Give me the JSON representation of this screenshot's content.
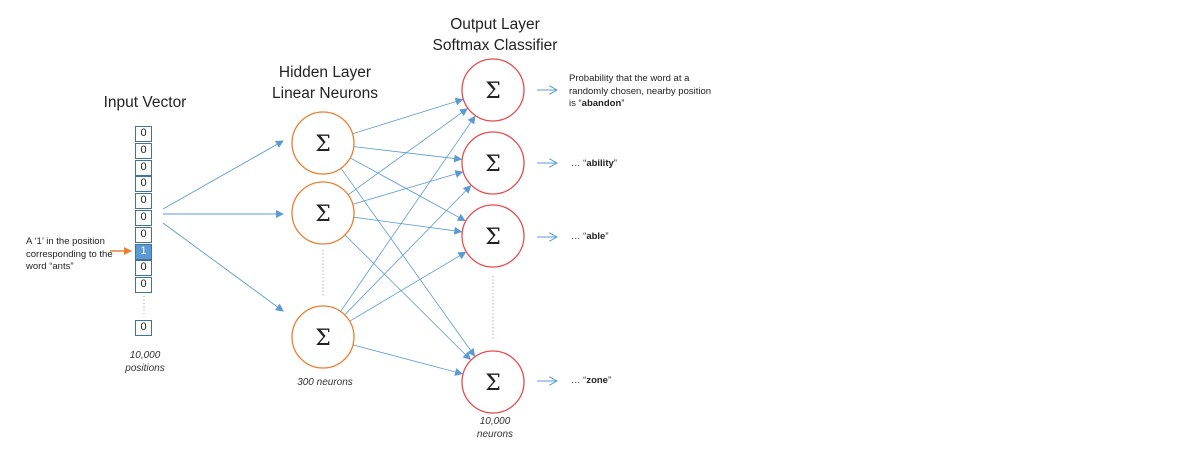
{
  "input": {
    "heading": "Input Vector",
    "cells": [
      "0",
      "0",
      "0",
      "0",
      "0",
      "0",
      "0",
      "1",
      "0",
      "0"
    ],
    "last_cell": "0",
    "active_index": 7,
    "caption_line1": "10,000",
    "caption_line2": "positions",
    "annotation": "A ‘1’ in the position corresponding to the word “ants”"
  },
  "hidden": {
    "heading_line1": "Hidden Layer",
    "heading_line2": "Linear Neurons",
    "neuron_symbol": "Σ",
    "neuron_count": 3,
    "caption": "300 neurons"
  },
  "output": {
    "heading_line1": "Output Layer",
    "heading_line2": "Softmax Classifier",
    "neuron_symbol": "Σ",
    "caption_line1": "10,000",
    "caption_line2": "neurons",
    "first_label_prefix": "Probability that the word at a randomly chosen, nearby position is “",
    "first_word": "abandon",
    "first_label_suffix": "”",
    "other_prefix": "… “",
    "other_suffix": "”",
    "words": [
      "ability",
      "able",
      "zone"
    ]
  },
  "colors": {
    "hidden_neuron": "#ed7d31",
    "output_neuron": "#e84a4a",
    "connection": "#5b9bd5",
    "cell_border": "#41719c",
    "active_cell": "#5b9bd5",
    "pointer_arrow": "#ed7d31"
  }
}
